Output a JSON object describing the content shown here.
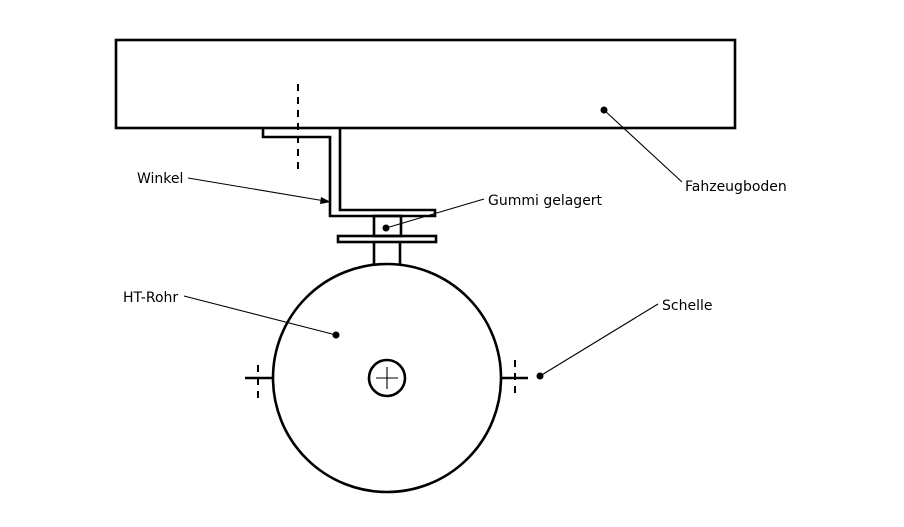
{
  "labels": {
    "vehicle_floor": "Fahzeugboden",
    "bracket": "Winkel",
    "rubber_mount": "Gummi gelagert",
    "pipe": "HT-Rohr",
    "clamp": "Schelle"
  }
}
